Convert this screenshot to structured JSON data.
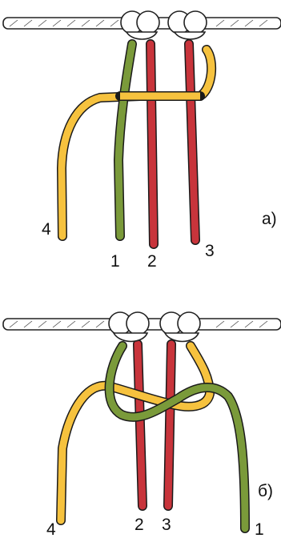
{
  "colors": {
    "yellow": "#f6c23e",
    "green": "#7a9a3a",
    "red": "#c8343b",
    "rope": "#ffffff",
    "outline": "#1a1a1a"
  },
  "panel_a": {
    "caption": "а)",
    "cords": [
      {
        "number": "1",
        "color": "green"
      },
      {
        "number": "2",
        "color": "red"
      },
      {
        "number": "3",
        "color": "red"
      },
      {
        "number": "4",
        "color": "yellow"
      }
    ]
  },
  "panel_b": {
    "caption": "б)",
    "cords": [
      {
        "number": "1",
        "color": "green"
      },
      {
        "number": "2",
        "color": "red"
      },
      {
        "number": "3",
        "color": "red"
      },
      {
        "number": "4",
        "color": "yellow"
      }
    ]
  }
}
